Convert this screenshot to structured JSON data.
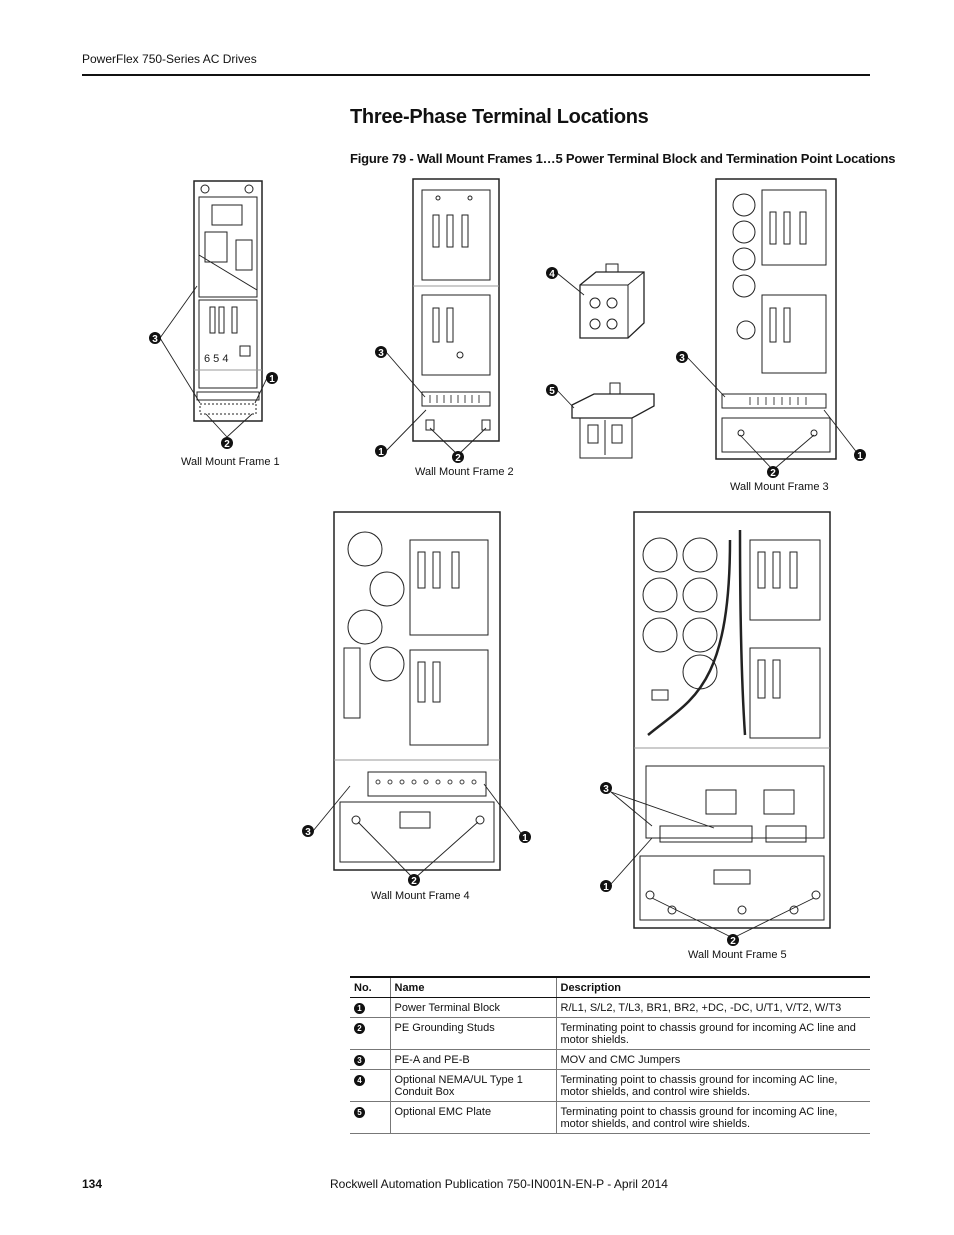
{
  "header": {
    "running_title": "PowerFlex 750-Series AC Drives"
  },
  "section_title": "Three-Phase Terminal Locations",
  "figure_caption": "Figure 79 - Wall Mount Frames 1…5 Power Terminal Block and Termination Point Locations",
  "frame_labels": {
    "frame1": "Wall Mount Frame 1",
    "frame2": "Wall Mount Frame 2",
    "frame3": "Wall Mount Frame 3",
    "frame4": "Wall Mount Frame 4",
    "frame5": "Wall Mount Frame 5"
  },
  "callout_digits": {
    "c1": "1",
    "c2": "2",
    "c3": "3",
    "c4": "4",
    "c5": "5"
  },
  "drawing_marks": {
    "f1_digits": "6 5 4"
  },
  "legend": {
    "headers": {
      "no": "No.",
      "name": "Name",
      "description": "Description"
    },
    "rows": [
      {
        "no": "1",
        "name": "Power Terminal Block",
        "description": "R/L1, S/L2, T/L3, BR1, BR2, +DC, -DC, U/T1, V/T2, W/T3"
      },
      {
        "no": "2",
        "name": "PE Grounding Studs",
        "description": "Terminating point to chassis ground for incoming AC line and motor shields."
      },
      {
        "no": "3",
        "name": "PE-A and PE-B",
        "description": "MOV and CMC Jumpers"
      },
      {
        "no": "4",
        "name": "Optional NEMA/UL Type 1 Conduit Box",
        "description": "Terminating point to chassis ground for incoming AC line, motor shields, and control wire shields."
      },
      {
        "no": "5",
        "name": "Optional EMC Plate",
        "description": "Terminating point to chassis ground for incoming AC line, motor shields, and control wire shields."
      }
    ]
  },
  "footer": {
    "page_number": "134",
    "publication": "Rockwell Automation Publication 750-IN001N-EN-P - April 2014"
  }
}
